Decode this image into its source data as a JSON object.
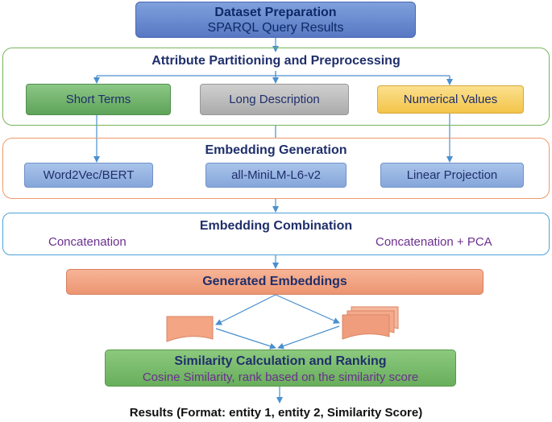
{
  "dataset": {
    "title": "Dataset Preparation",
    "subtitle": "SPARQL Query Results"
  },
  "partition": {
    "title": "Attribute Partitioning and Preprocessing",
    "items": [
      "Short Terms",
      "Long Description",
      "Numerical Values"
    ]
  },
  "embedding_generation": {
    "title": "Embedding Generation",
    "items": [
      "Word2Vec/BERT",
      "all-MiniLM-L6-v2",
      "Linear Projection"
    ]
  },
  "embedding_combination": {
    "title": "Embedding Combination",
    "left": "Concatenation",
    "right": "Concatenation +  PCA"
  },
  "generated": {
    "title": "Generated Embeddings"
  },
  "similarity": {
    "title": "Similarity Calculation and Ranking",
    "subtitle": "Cosine Similarity, rank based on the similarity score"
  },
  "results": {
    "text": "Results (Format: entity 1, entity 2, Similarity Score)"
  },
  "colors": {
    "dataset": "#5878c3",
    "partition_border": "#76b459",
    "embedding_border": "#ec9a6c",
    "combination_border": "#4ea3d8",
    "arrow": "#4a8fcf",
    "text_dark": "#1f2f6b",
    "text_purple": "#6b2f8f"
  }
}
